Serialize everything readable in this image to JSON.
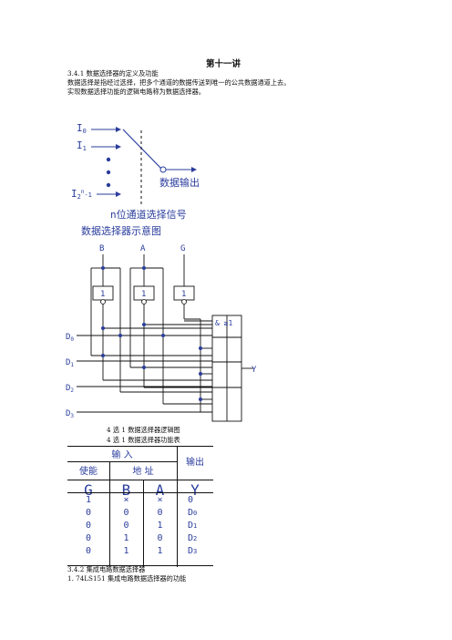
{
  "page": {
    "title": "第十一讲",
    "section_1": "3.4.1 数据选择器的定义及功能",
    "para_1": "数据选择是指经过选择，把多个通道的数据传送到唯一的公共数据通道上去。",
    "para_2": "实现数据选择功能的逻辑电路称为数据选择器。",
    "section_2": "3.4.2 集成电路数据选择器",
    "item_1": "1. 74LS151 集成电路数据选择器的功能"
  },
  "diagram1": {
    "in0": "I",
    "in0_sub": "0",
    "in1": "I",
    "in1_sub": "1",
    "inN": "I",
    "inN_sub": "2",
    "inN_sup": "n",
    "inN_tail": "-1",
    "output_label": "数据输出",
    "select_label": "n位通道选择信号",
    "caption": "数据选择器示意图"
  },
  "diagram2": {
    "B": "B",
    "A": "A",
    "G": "G",
    "inv_B": "1",
    "inv_A": "1",
    "inv_G": "1",
    "gate": "& ≥1",
    "d0": "D",
    "d0_sub": "0",
    "d1": "D",
    "d1_sub": "1",
    "d2": "D",
    "d2_sub": "2",
    "d3": "D",
    "d3_sub": "3",
    "Y": "Y",
    "caption": "4 选 1 数据选择器逻辑图"
  },
  "table": {
    "caption": "4 选 1 数据选择器功能表",
    "h_input": "输 入",
    "h_output": "输出",
    "h_enable": "使能",
    "h_address": "地 址",
    "col_G": "G",
    "col_B": "B",
    "col_A": "A",
    "col_Y": "Y",
    "rows": [
      {
        "G": "1",
        "B": "×",
        "A": "×",
        "Y": "0",
        "Ys": ""
      },
      {
        "G": "0",
        "B": "0",
        "A": "0",
        "Y": "D",
        "Ys": "0"
      },
      {
        "G": "0",
        "B": "0",
        "A": "1",
        "Y": "D",
        "Ys": "1"
      },
      {
        "G": "0",
        "B": "1",
        "A": "0",
        "Y": "D",
        "Ys": "2"
      },
      {
        "G": "0",
        "B": "1",
        "A": "1",
        "Y": "D",
        "Ys": "3"
      }
    ]
  }
}
